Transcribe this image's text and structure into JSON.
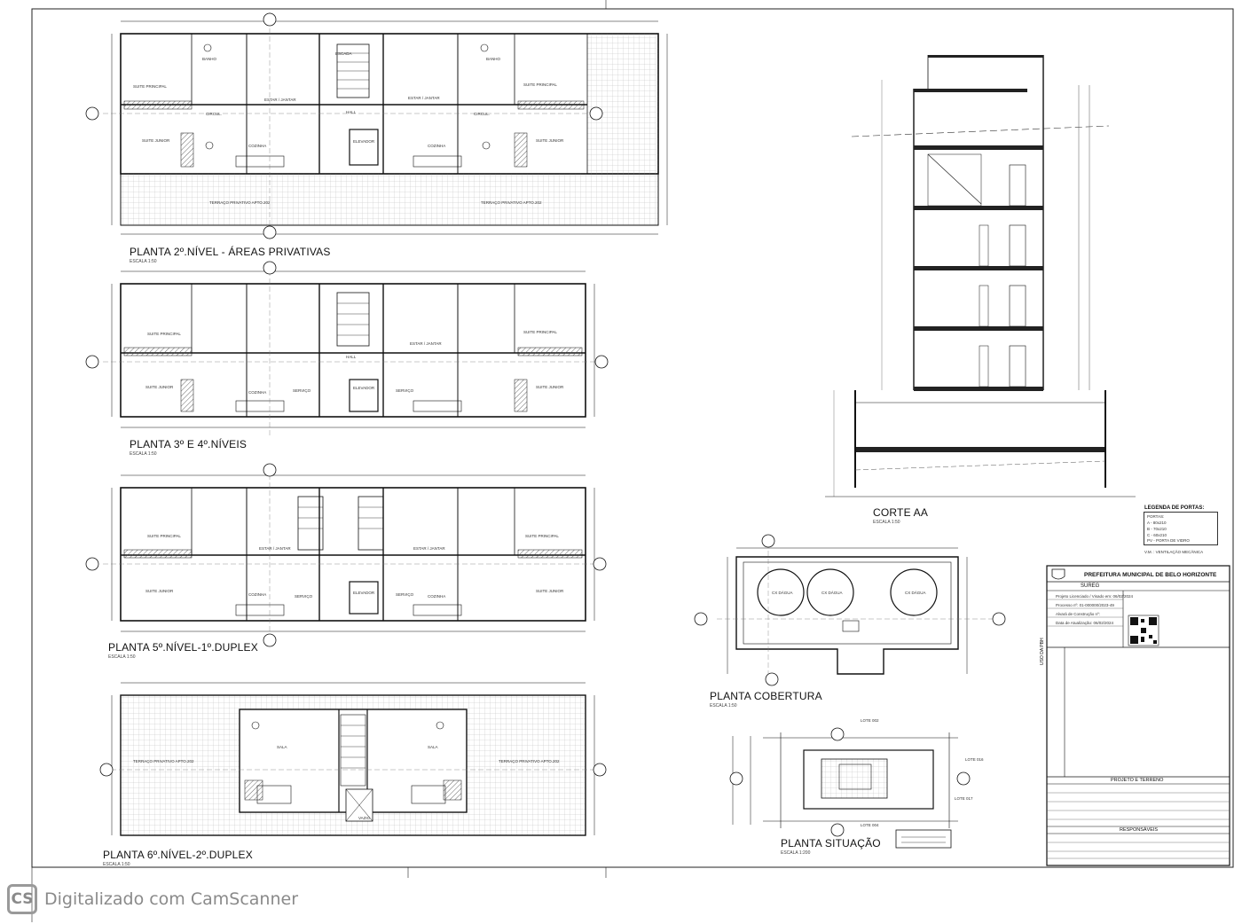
{
  "plans": {
    "p2": {
      "title": "PLANTA 2º.NÍVEL - ÁREAS PRIVATIVAS",
      "scale": "ESCALA 1:50"
    },
    "p3": {
      "title": "PLANTA 3º E 4º.NÍVEIS",
      "scale": "ESCALA 1:50"
    },
    "p5": {
      "title": "PLANTA 5º.NÍVEL-1º.DUPLEX",
      "scale": "ESCALA 1:50"
    },
    "p6": {
      "title": "PLANTA 6º.NÍVEL-2º.DUPLEX",
      "scale": "ESCALA 1:50"
    }
  },
  "section": {
    "title": "CORTE AA",
    "scale": "ESCALA 1:50"
  },
  "roof": {
    "title": "PLANTA COBERTURA",
    "scale": "ESCALA 1:50",
    "tanks": [
      "CX DÁGUA",
      "CX DÁGUA",
      "CX DÁGUA"
    ]
  },
  "site": {
    "title": "PLANTA SITUAÇÃO",
    "scale": "ESCALA 1:200",
    "lots": [
      "LOTE 002",
      "LOTE 016",
      "LOTE 017",
      "LOTE 004"
    ]
  },
  "rooms": {
    "suite_principal": "SUITE PRINCIPAL",
    "suite_junior": "SUITE JUNIOR",
    "estar_jantar": "ESTAR / JANTAR",
    "cozinha": "COZINHA",
    "servico": "SERVIÇO",
    "elevador": "ELEVADOR",
    "hall": "HALL",
    "escada": "ESCADA",
    "banho": "BANHO",
    "circul": "CIRCUL.",
    "terraco": "TERRAÇO PRIVATIVO APTO.202",
    "sala": "SALA",
    "vazio": "VAZIO"
  },
  "legend": {
    "title": "LEGENDA DE PORTAS:",
    "items": [
      "PORTAS:",
      "A - 80x210",
      "B - 70x210",
      "C - 60x210",
      "PV - PORTA DE VIDRO"
    ],
    "note": "V.M. : VENTILAÇÃO MECÂNICA"
  },
  "titleblock": {
    "org": "PREFEITURA MUNICIPAL DE BELO HORIZONTE",
    "dept": "SUREG",
    "side_label": "USO DA PBH",
    "fields": [
      "Projeto Licenciado / Visado em: 06/02/2024",
      "Processo nº: 01-000000/2023-49",
      "Alvará de Construção nº:",
      "Data de Atualização: 06/02/2024"
    ],
    "section_project": "PROJETO E TERRENO",
    "section_resp": "RESPONSÁVEIS"
  },
  "watermark": {
    "logo": "CS",
    "text": "Digitalizado com CamScanner"
  },
  "icons": {
    "north": "north-arrow-icon",
    "section_marker": "section-marker-icon",
    "qr": "qr-code-icon"
  }
}
